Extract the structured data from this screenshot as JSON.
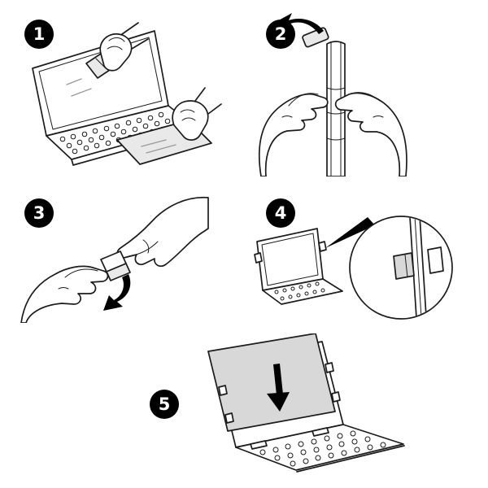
{
  "figure": {
    "type": "instruction-diagram",
    "subject": "laptop-privacy-filter-installation-steps"
  },
  "colors": {
    "line": "#1c1c1c",
    "badge-bg": "#000000",
    "badge-text": "#ffffff",
    "panel-gray": "#d8d8d8",
    "cloth-gray": "#e9e9e9"
  },
  "steps": [
    {
      "number": "1",
      "icon": "clean-laptop-screen-with-cloth-illustration"
    },
    {
      "number": "2",
      "icon": "peel-adhesive-tab-from-strip-illustration"
    },
    {
      "number": "3",
      "icon": "fold-adhesive-tab-illustration"
    },
    {
      "number": "4",
      "icon": "attach-tab-to-screen-edge-detail-illustration"
    },
    {
      "number": "5",
      "icon": "slide-privacy-filter-onto-screen-illustration"
    }
  ]
}
